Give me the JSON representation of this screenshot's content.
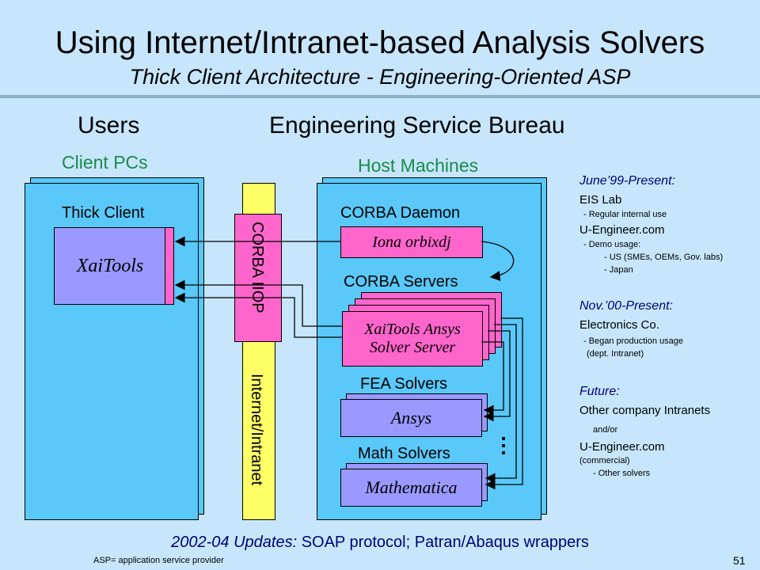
{
  "title": "Using Internet/Intranet-based Analysis Solvers",
  "subtitle": "Thick Client Architecture - Engineering-Oriented ASP",
  "users_heading": "Users",
  "bureau_heading": "Engineering Service Bureau",
  "client_pcs": "Client PCs",
  "host_machines": "Host Machines",
  "thick_client": "Thick Client",
  "xaitools": "XaiTools",
  "corba_iiop": "CORBA IIOP",
  "internet_intranet": "Internet/Intranet",
  "corba_daemon": "CORBA Daemon",
  "iona": "Iona orbixdj",
  "corba_servers": "CORBA Servers",
  "solver_server_line1": "XaiTools Ansys",
  "solver_server_line2": "Solver Server",
  "fea_solvers": "FEA Solvers",
  "ansys": "Ansys",
  "math_solvers": "Math Solvers",
  "mathematica": "Mathematica",
  "ellipsis": "⋮",
  "notes": {
    "n1_title": "June’99-Present:",
    "n1_a": "EIS Lab",
    "n1_a_sub": "- Regular internal use",
    "n1_b": "U-Engineer.com",
    "n1_b_sub1": "- Demo usage:",
    "n1_b_sub2": "- US (SMEs, OEMs, Gov. labs)",
    "n1_b_sub3": "- Japan",
    "n2_title": "Nov.’00-Present:",
    "n2_a": "Electronics Co.",
    "n2_a_sub1": "- Began production usage",
    "n2_a_sub2": "(dept. Intranet)",
    "n3_title": "Future:",
    "n3_a": "Other company Intranets",
    "n3_andor": "and/or",
    "n3_b": "U-Engineer.com",
    "n3_b_sub1": "(commercial)",
    "n3_b_sub2": "- Other solvers"
  },
  "updates_label": "2002-04 Updates:",
  "updates_text": " SOAP protocol; Patran/Abaqus wrappers",
  "footnote": "ASP= application service provider",
  "page_number": "51",
  "colors": {
    "background": "#c7e6fb",
    "panel": "#5ac8f8",
    "pink": "#ff66cc",
    "purple": "#9999ff",
    "network": "#ffff66",
    "green_text": "#1a8a4a"
  }
}
